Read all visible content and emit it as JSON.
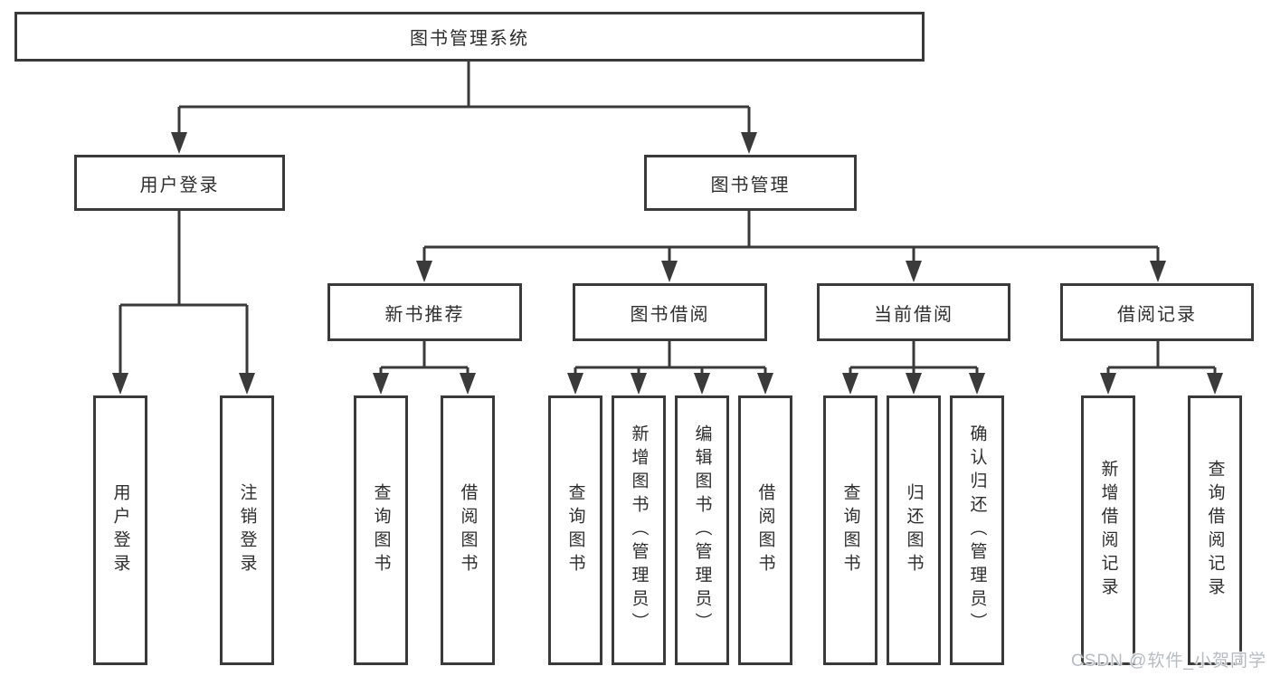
{
  "colors": {
    "line": "#3a3a3a",
    "box_border": "#3a3a3a",
    "text": "#2e2e2e",
    "background": "#ffffff",
    "watermark": "#b7bcc2"
  },
  "diagram": {
    "root": {
      "label": "图书管理系统"
    },
    "branches": [
      {
        "label": "用户登录",
        "children": [
          {
            "label": "用户登录"
          },
          {
            "label": "注销登录"
          }
        ]
      },
      {
        "label": "图书管理",
        "children": [
          {
            "label": "新书推荐",
            "children": [
              {
                "label": "查询图书"
              },
              {
                "label": "借阅图书"
              }
            ]
          },
          {
            "label": "图书借阅",
            "children": [
              {
                "label": "查询图书"
              },
              {
                "label": "新增图书（管理员）"
              },
              {
                "label": "编辑图书（管理员）"
              },
              {
                "label": "借阅图书"
              }
            ]
          },
          {
            "label": "当前借阅",
            "children": [
              {
                "label": "查询图书"
              },
              {
                "label": "归还图书"
              },
              {
                "label": "确认归还（管理员）"
              }
            ]
          },
          {
            "label": "借阅记录",
            "children": [
              {
                "label": "新增借阅记录"
              },
              {
                "label": "查询借阅记录"
              }
            ]
          }
        ]
      }
    ]
  },
  "watermark": {
    "text": "CSDN @软件_小贺同学"
  }
}
